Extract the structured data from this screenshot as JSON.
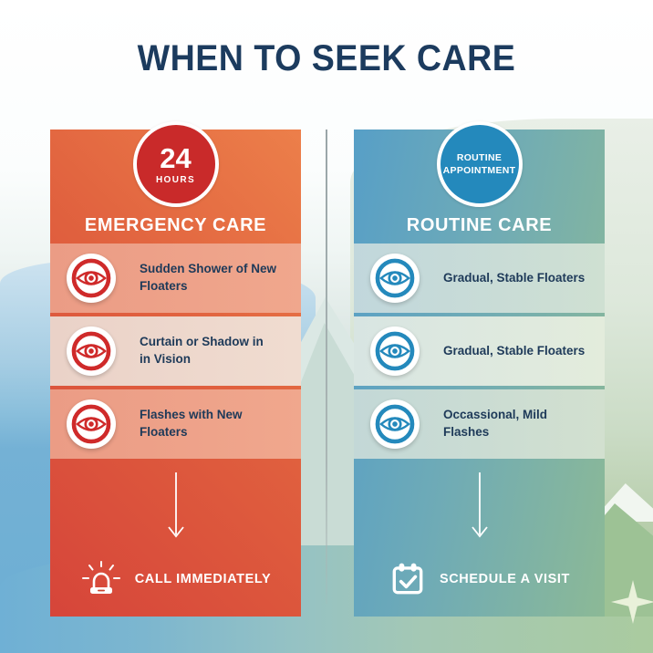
{
  "page": {
    "title": "WHEN TO SEEK CARE"
  },
  "emergency": {
    "badge": {
      "line1": "24",
      "line2": "HOURS"
    },
    "header": "EMERGENCY CARE",
    "items": [
      {
        "line1": "Sudden Shower of New",
        "line2": "Floaters"
      },
      {
        "line1": "Curtain or Shadow in",
        "line2": "in Vision"
      },
      {
        "line1": "Flashes with New",
        "line2": "Floaters"
      }
    ],
    "action": {
      "label": "CALL IMMEDIATELY",
      "icon": "siren-icon"
    },
    "colors": {
      "accent": "#cf2a2a",
      "badge": "#c92a2a",
      "gradient_start": "#ec7f4a",
      "gradient_end": "#d6453a"
    }
  },
  "routine": {
    "badge": {
      "line1": "ROUTINE",
      "line2": "APPOINTMENT"
    },
    "header": "ROUTINE CARE",
    "items": [
      {
        "line1": "Gradual, Stable Floaters",
        "line2": ""
      },
      {
        "line1": "Gradual, Stable Floaters",
        "line2": ""
      },
      {
        "line1": "Occassional, Mild Flashes",
        "line2": ""
      }
    ],
    "action": {
      "label": "SCHEDULE A VISIT",
      "icon": "calendar-check-icon"
    },
    "colors": {
      "accent": "#2489bc",
      "badge": "#2489bc",
      "gradient_start": "#579fc7",
      "gradient_end": "#8cb996"
    }
  },
  "colors": {
    "title_text": "#1c3b5e",
    "item_text": "#1e3a59",
    "row_icon_background": "#ffffff"
  }
}
